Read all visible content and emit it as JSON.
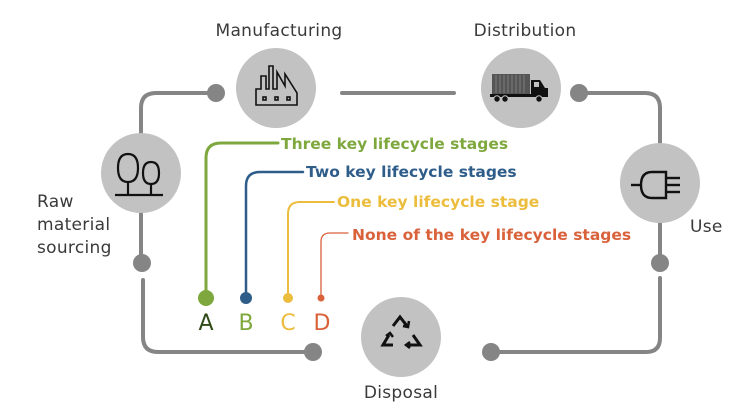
{
  "stages": [
    {
      "id": "manufacturing",
      "label_lines": [
        "Manufacturing"
      ],
      "icon": "factory-icon"
    },
    {
      "id": "distribution",
      "label_lines": [
        "Distribution"
      ],
      "icon": "truck-icon"
    },
    {
      "id": "use",
      "label_lines": [
        "Use"
      ],
      "icon": "plug-icon"
    },
    {
      "id": "disposal",
      "label_lines": [
        "Disposal"
      ],
      "icon": "recycle-icon"
    },
    {
      "id": "raw-material",
      "label_lines": [
        "Raw",
        "material",
        "sourcing"
      ],
      "icon": "trees-icon"
    }
  ],
  "legend": [
    {
      "letter": "A",
      "label": "Three key lifecycle stages",
      "color": "#7ea83e",
      "letter_color": "#2f4a17"
    },
    {
      "letter": "B",
      "label": "Two key lifecycle stages",
      "color": "#2f5d8a",
      "letter_color": "#7ea83e"
    },
    {
      "letter": "C",
      "label": "One key lifecycle stage",
      "color": "#ecbd3c",
      "letter_color": "#ecbd3c"
    },
    {
      "letter": "D",
      "label": "None of the key lifecycle stages",
      "color": "#d9623b",
      "letter_color": "#d9623b"
    }
  ],
  "colors": {
    "cycle_line": "#858585",
    "node_fill": "#c2c2c2",
    "icon_stroke": "#111111",
    "label_text": "#3a3a3a"
  }
}
